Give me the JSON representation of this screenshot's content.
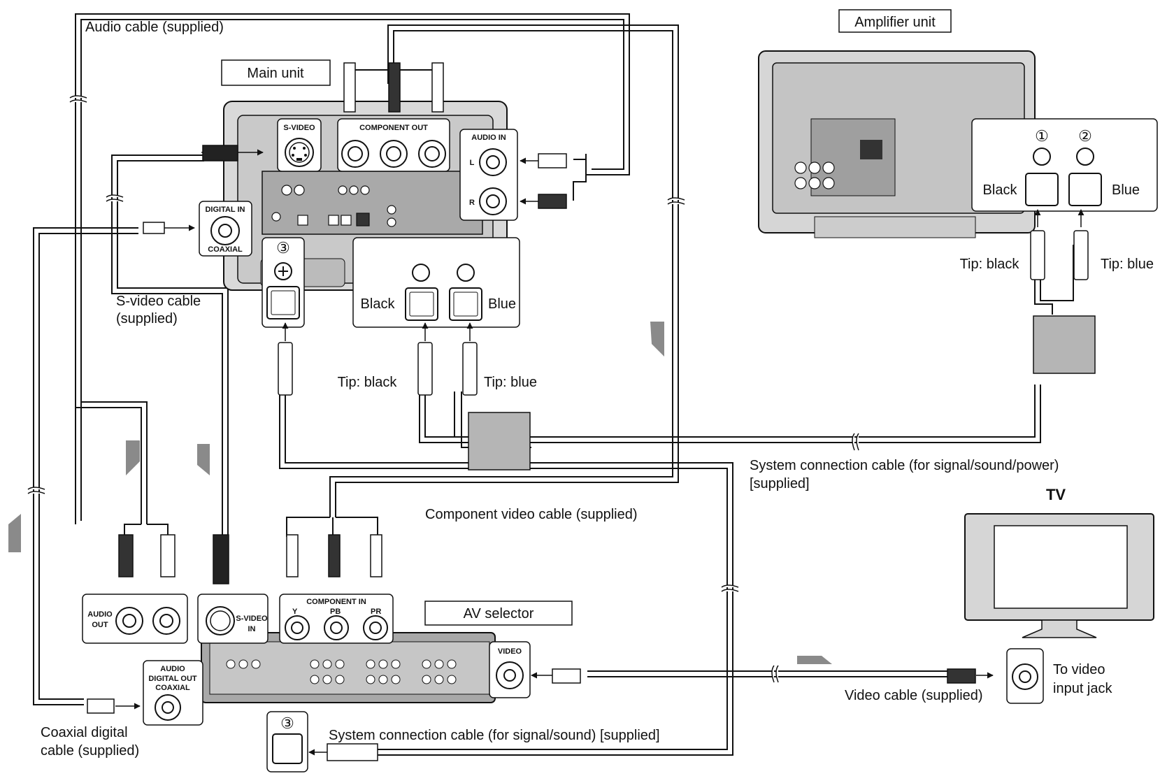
{
  "units": {
    "main_unit": "Main unit",
    "amplifier_unit": "Amplifier unit",
    "av_selector": "AV selector",
    "tv": "TV"
  },
  "panel_labels": {
    "s_video": "S-VIDEO",
    "component_out": "COMPONENT OUT",
    "audio_in": "AUDIO IN",
    "audio_in_l": "L",
    "audio_in_r": "R",
    "digital_in": "DIGITAL IN",
    "coaxial": "COAXIAL",
    "audio_out_1": "AUDIO",
    "audio_out_2": "OUT",
    "s_video_in_1": "S-VIDEO",
    "s_video_in_2": "IN",
    "component_in": "COMPONENT IN",
    "comp_y": "Y",
    "comp_pb": "PB",
    "comp_pr": "PR",
    "video": "VIDEO",
    "audio_digital_out_1": "AUDIO",
    "audio_digital_out_2": "DIGITAL OUT",
    "audio_digital_out_3": "COAXIAL"
  },
  "connectors": {
    "num_1": "①",
    "num_2": "②",
    "num_3": "③",
    "black": "Black",
    "blue": "Blue",
    "tip_black": "Tip: black",
    "tip_blue": "Tip: blue"
  },
  "cables": {
    "audio_cable": "Audio cable (supplied)",
    "s_video_cable_1": "S-video cable",
    "s_video_cable_2": "(supplied)",
    "system_conn_power_1": "System connection cable (for signal/sound/power)",
    "system_conn_power_2": "[supplied]",
    "component_video_cable": "Component video cable (supplied)",
    "video_cable": "Video cable (supplied)",
    "to_video_1": "To video",
    "to_video_2": "input jack",
    "coaxial_cable_1": "Coaxial digital",
    "coaxial_cable_2": "cable (supplied)",
    "system_conn_sound": "System connection cable (for signal/sound) [supplied]"
  },
  "colors": {
    "line": "#111111",
    "panel": "#d4d4d4",
    "panel_dark": "#9a9a9a",
    "arrow_gray": "#8a8a8a",
    "box_gray": "#b5b5b5"
  }
}
